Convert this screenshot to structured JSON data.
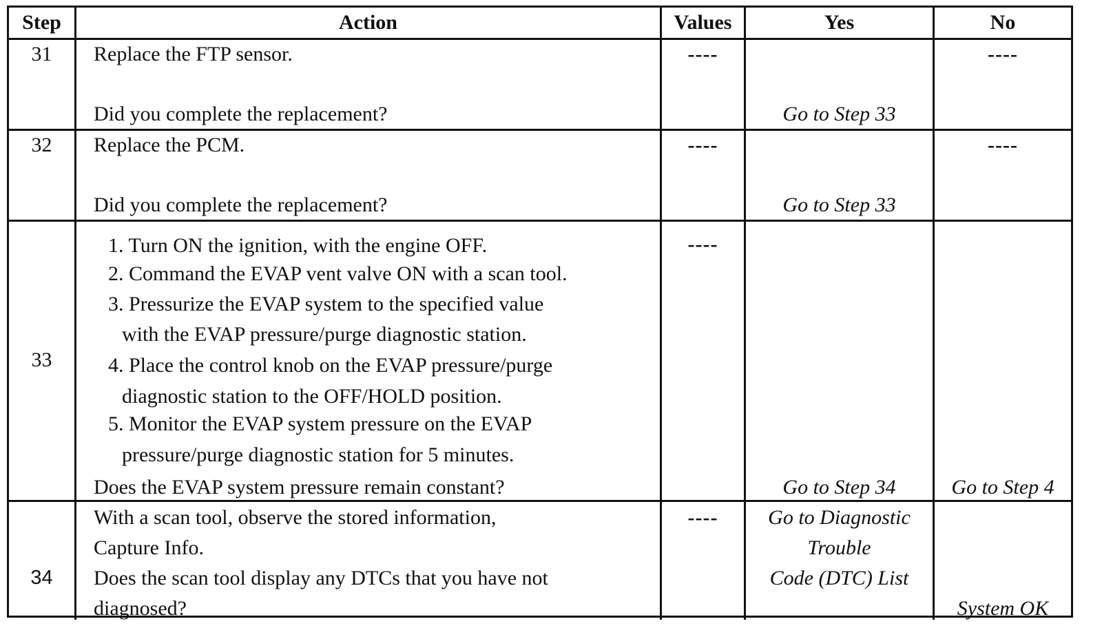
{
  "headers": {
    "step": "Step",
    "action": "Action",
    "values": "Values",
    "yes": "Yes",
    "no": "No"
  },
  "rows": [
    {
      "step": "31",
      "action": [
        "Replace the FTP sensor.",
        "Did you complete the replacement?"
      ],
      "values": "----",
      "yes": "Go to Step 33",
      "no": "----"
    },
    {
      "step": "32",
      "action": [
        "Replace the PCM.",
        "Did you complete the replacement?"
      ],
      "values": "----",
      "yes": "Go to Step 33",
      "no": "----"
    },
    {
      "step": "33",
      "action": [
        "1. Turn ON the ignition, with the engine OFF.",
        "2. Command the EVAP vent valve ON with a scan tool.",
        "3. Pressurize the EVAP system to the specified value",
        "with the EVAP pressure/purge diagnostic station.",
        "4. Place the control knob on the EVAP pressure/purge",
        "diagnostic station to the OFF/HOLD position.",
        "5. Monitor the EVAP system pressure on the EVAP",
        "pressure/purge diagnostic station for 5 minutes.",
        "Does the EVAP system pressure remain constant?"
      ],
      "values": "----",
      "yes": "Go to Step 34",
      "no": "Go to Step 4"
    },
    {
      "step": "34",
      "action": [
        "With a scan tool, observe the stored information,",
        "Capture Info.",
        "Does the scan tool display any DTCs that you have not",
        "diagnosed?"
      ],
      "values": "----",
      "yes": [
        "Go to Diagnostic",
        "Trouble",
        "Code (DTC) List"
      ],
      "no": "System OK"
    }
  ]
}
